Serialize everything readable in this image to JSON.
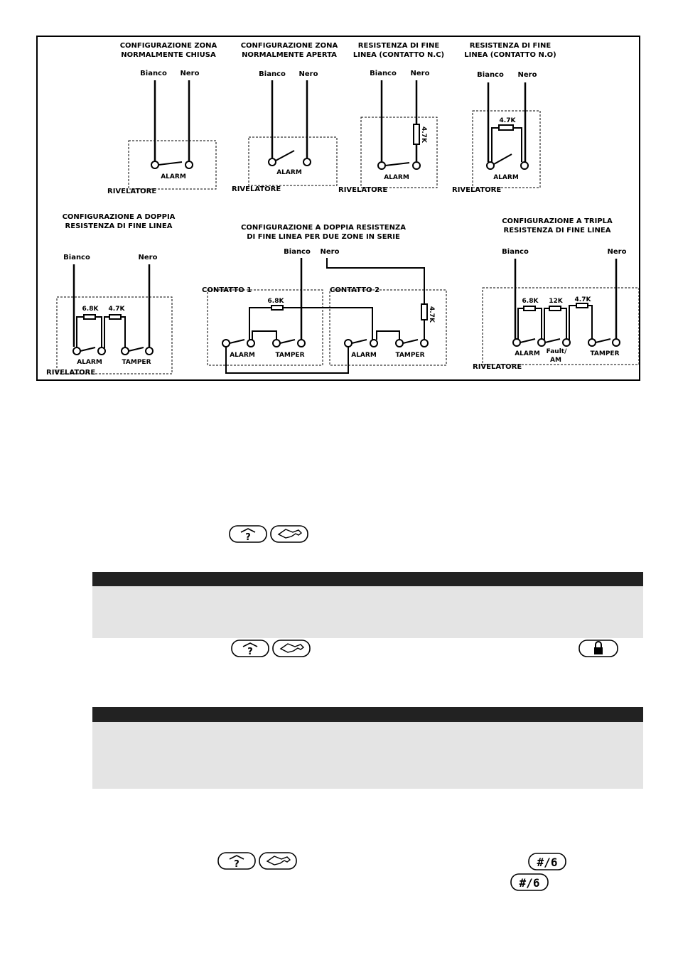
{
  "diagram": {
    "panels": {
      "nc": {
        "title1": "CONFIGURAZIONE ZONA",
        "title2": "NORMALMENTE CHIUSA",
        "white": "Bianco",
        "black": "Nero",
        "contact": "ALARM",
        "detector": "RIVELATORE"
      },
      "no": {
        "title1": "CONFIGURAZIONE ZONA",
        "title2": "NORMALMENTE APERTA",
        "white": "Bianco",
        "black": "Nero",
        "contact": "ALARM",
        "detector": "RIVELATORE"
      },
      "eol_nc": {
        "title1": "RESISTENZA DI FINE",
        "title2": "LINEA (CONTATTO N.C)",
        "white": "Bianco",
        "black": "Nero",
        "resistor": "4.7K",
        "contact": "ALARM",
        "detector": "RIVELATORE"
      },
      "eol_no": {
        "title1": "RESISTENZA DI FINE",
        "title2": "LINEA (CONTATTO N.O)",
        "white": "Bianco",
        "black": "Nero",
        "resistor": "4.7K",
        "contact": "ALARM",
        "detector": "RIVELATORE"
      },
      "double": {
        "title1": "CONFIGURAZIONE A DOPPIA",
        "title2": "RESISTENZA DI FINE LINEA",
        "white": "Bianco",
        "black": "Nero",
        "r1": "6.8K",
        "r2": "4.7K",
        "contact1": "ALARM",
        "contact2": "TAMPER",
        "detector": "RIVELATORE"
      },
      "series": {
        "title1": "CONFIGURAZIONE A DOPPIA  RESISTENZA",
        "title2": "DI FINE LINEA PER DUE ZONE IN SERIE",
        "white": "Bianco",
        "black": "Nero",
        "contact_a": "CONTATTO 1",
        "contact_b": "CONTATTO 2",
        "r1": "6.8K",
        "r2": "4.7K",
        "alarm": "ALARM",
        "tamper": "TAMPER"
      },
      "triple": {
        "title1": "CONFIGURAZIONE A TRIPLA",
        "title2": "RESISTENZA DI FINE LINEA",
        "white": "Bianco",
        "black": "Nero",
        "r1": "6.8K",
        "r2": "12K",
        "r3": "4.7K",
        "contact1": "ALARM",
        "contact2a": "Fault/",
        "contact2b": "AM",
        "contact3": "TAMPER",
        "detector": "RIVELATORE"
      }
    }
  },
  "keys": {
    "help_icon": "question-key",
    "scroll_icon": "scroll-arrow-key",
    "lock_icon": "lock-key",
    "hash_label": "#/6"
  }
}
